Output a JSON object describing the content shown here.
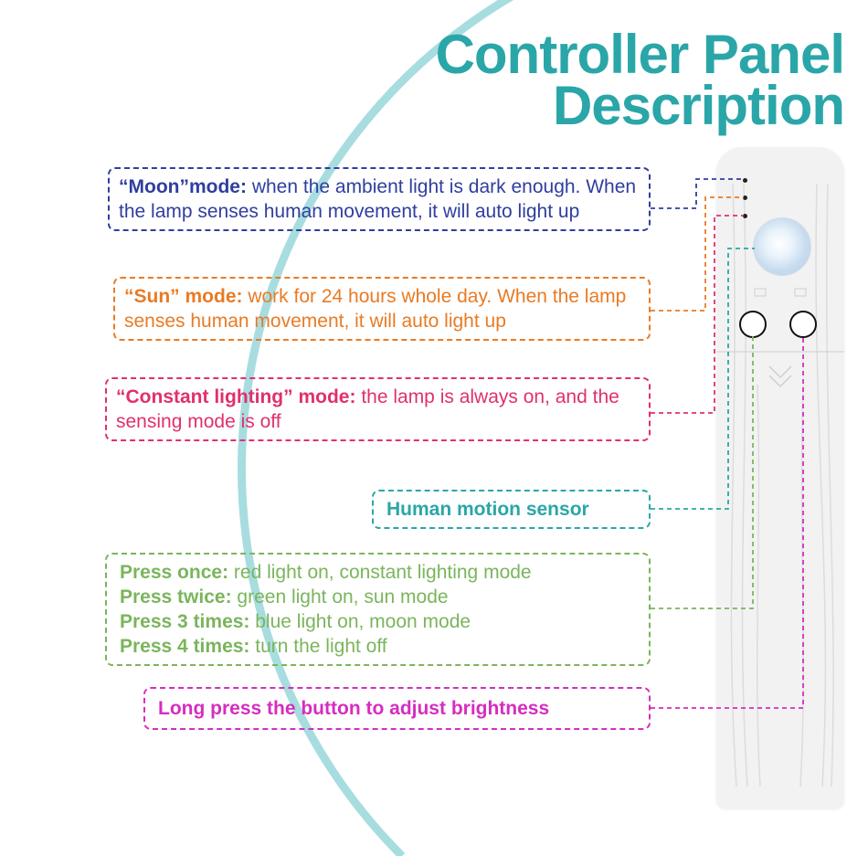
{
  "title": {
    "line1": "Controller Panel",
    "line2": "Description",
    "color": "#2aa6a8"
  },
  "colors": {
    "moon": "#2f3e9e",
    "sun": "#e87b25",
    "constant": "#e0306e",
    "sensor": "#2aa6a8",
    "press": "#7ab55c",
    "long": "#d62dbf",
    "arc": "#a8dde0"
  },
  "callouts": {
    "moon": {
      "label": "“Moon”mode:",
      "text": " when the ambient light is dark enough. When the lamp senses human movement, it will auto light up"
    },
    "sun": {
      "label": "“Sun” mode:",
      "text": " work for 24 hours whole day. When the lamp senses human movement, it will auto light up"
    },
    "constant": {
      "label": "“Constant lighting” mode:",
      "text": " the lamp is always on, and the sensing mode is off"
    },
    "sensor": {
      "label": "Human motion sensor"
    },
    "press": [
      {
        "label": "Press once:",
        "text": " red light on, constant lighting mode"
      },
      {
        "label": "Press twice:",
        "text": " green light on, sun mode"
      },
      {
        "label": "Press 3 times:",
        "text": " blue light on, moon mode"
      },
      {
        "label": "Press 4 times:",
        "text": " turn the light off"
      }
    ],
    "long": {
      "label": "Long press the button to adjust brightness"
    }
  },
  "icons": {
    "lamp": "lamp-body-icon",
    "sensor": "motion-sensor-icon",
    "indicators": "indicator-led-icon",
    "buttons": "circle-button-icon"
  }
}
